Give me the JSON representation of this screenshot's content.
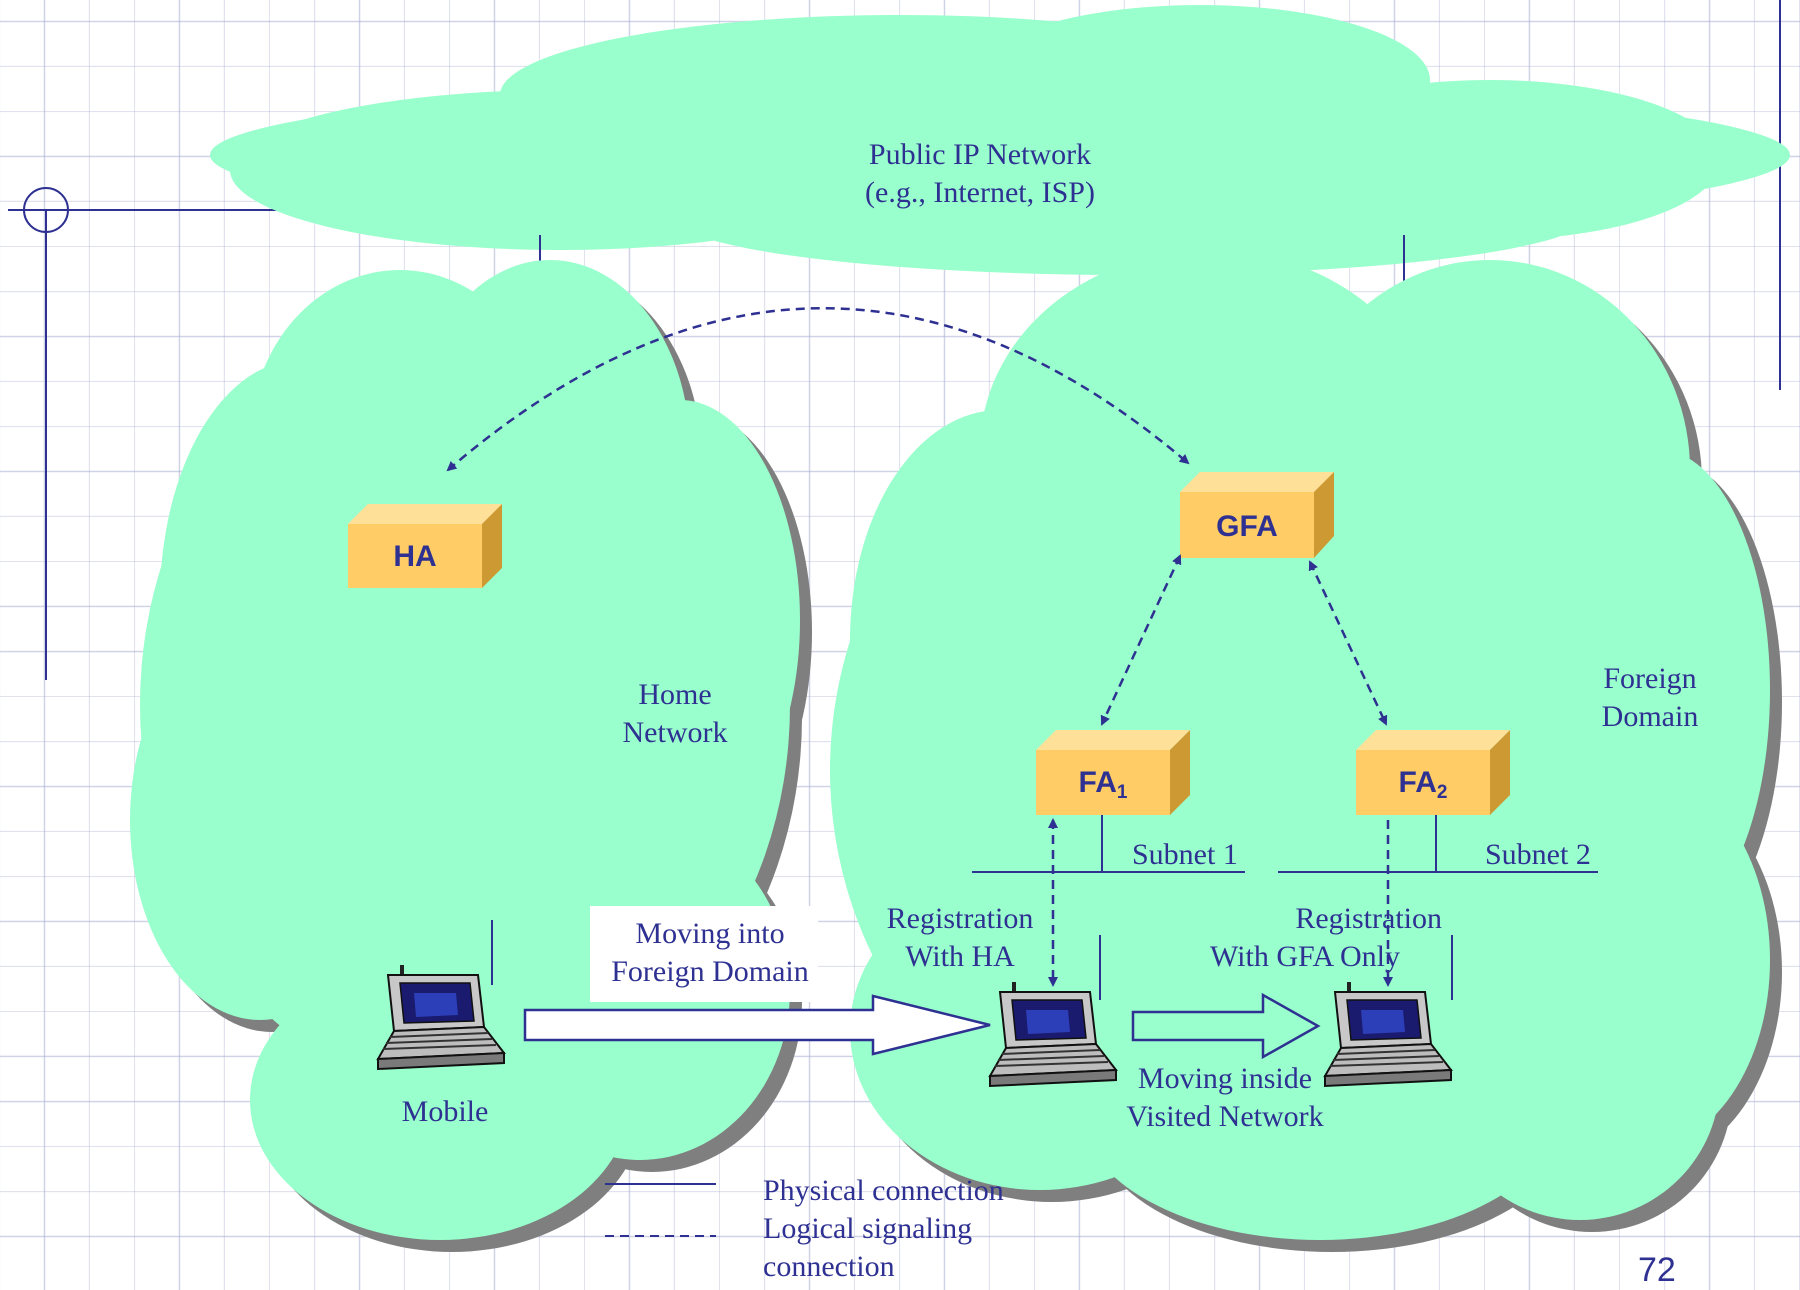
{
  "colors": {
    "cloud_fill": "#99ffcc",
    "cloud_shadow": "#7f7f7f",
    "box_front": "#ffcc66",
    "box_side": "#cc9933",
    "box_top": "#ffdd88",
    "line": "#2e3192"
  },
  "public_network": {
    "line1": "Public IP Network",
    "line2": "(e.g., Internet, ISP)"
  },
  "home_network": {
    "line1": "Home",
    "line2": "Network"
  },
  "foreign_domain": {
    "line1": "Foreign",
    "line2": "Domain"
  },
  "nodes": {
    "ha": {
      "label": "HA"
    },
    "gfa": {
      "label": "GFA"
    },
    "fa1": {
      "label": "FA",
      "sub": "1"
    },
    "fa2": {
      "label": "FA",
      "sub": "2"
    }
  },
  "subnets": {
    "subnet1": "Subnet 1",
    "subnet2": "Subnet 2"
  },
  "registration_ha": {
    "line1": "Registration",
    "line2": "With HA"
  },
  "registration_gfa": {
    "line1": "Registration",
    "line2": "With GFA Only"
  },
  "moving_into": {
    "line1": "Moving into",
    "line2": "Foreign Domain"
  },
  "moving_inside": {
    "line1": "Moving inside",
    "line2": "Visited Network"
  },
  "mobile_label": "Mobile",
  "legend": {
    "physical": "Physical connection",
    "logical_line1": "Logical signaling",
    "logical_line2": "connection"
  },
  "page_number": "72"
}
